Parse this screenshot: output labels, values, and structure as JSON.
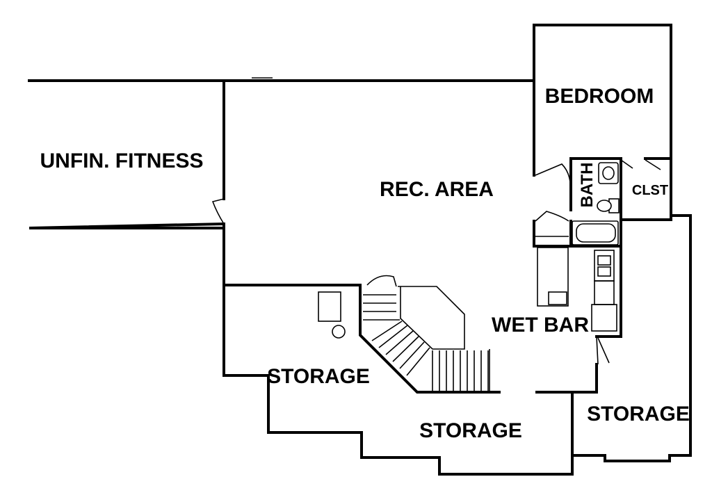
{
  "rooms": {
    "bedroom": "BEDROOM",
    "unfin_fitness": "UNFIN. FITNESS",
    "rec_area": "REC. AREA",
    "bath": "BATH",
    "closet": "CLST",
    "wet_bar": "WET BAR",
    "storage_left": "STORAGE",
    "storage_bottom": "STORAGE",
    "storage_right": "STORAGE"
  }
}
